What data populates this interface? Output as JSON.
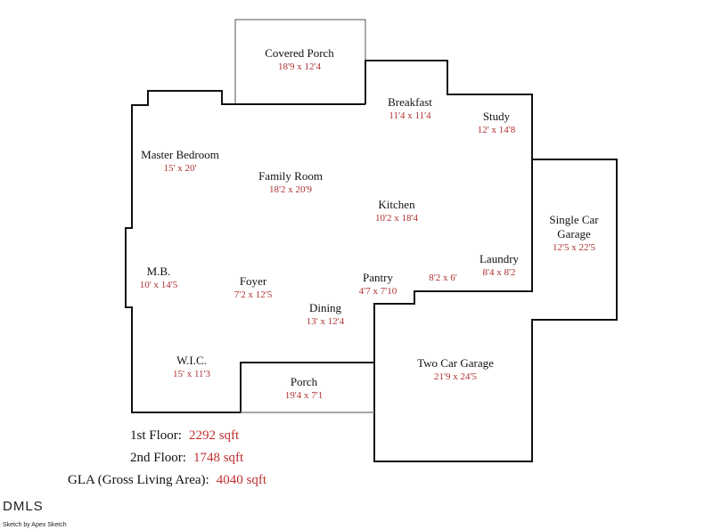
{
  "rooms": [
    {
      "name": "Covered Porch",
      "dim": "18'9 x 12'4"
    },
    {
      "name": "Breakfast",
      "dim": "11'4 x 11'4"
    },
    {
      "name": "Study",
      "dim": "12' x 14'8"
    },
    {
      "name": "Master Bedroom",
      "dim": "15' x 20'"
    },
    {
      "name": "Family Room",
      "dim": "18'2 x 20'9"
    },
    {
      "name": "Kitchen",
      "dim": "10'2 x 18'4"
    },
    {
      "name": "Single Car Garage",
      "dim": "12'5 x 22'5"
    },
    {
      "name": "Laundry",
      "dim": "8'4 x 8'2"
    },
    {
      "name": "M.B.",
      "dim": "10' x 14'5"
    },
    {
      "name": "Foyer",
      "dim": "7'2 x 12'5"
    },
    {
      "name": "Pantry",
      "dim": "4'7 x 7'10"
    },
    {
      "name": "",
      "dim": "8'2 x 6'"
    },
    {
      "name": "Dining",
      "dim": "13' x 12'4"
    },
    {
      "name": "W.I.C.",
      "dim": "15' x 11'3"
    },
    {
      "name": "Porch",
      "dim": "19'4 x 7'1"
    },
    {
      "name": "Two Car Garage",
      "dim": "21'9 x 24'5"
    }
  ],
  "summary": [
    {
      "label": "1st Floor:",
      "value": "2292 sqft"
    },
    {
      "label": "2nd Floor:",
      "value": "1748 sqft"
    },
    {
      "label": "GLA (Gross Living Area):",
      "value": "4040 sqft"
    }
  ],
  "watermark": "DMLS",
  "credit": "Sketch by Apex Sketch"
}
